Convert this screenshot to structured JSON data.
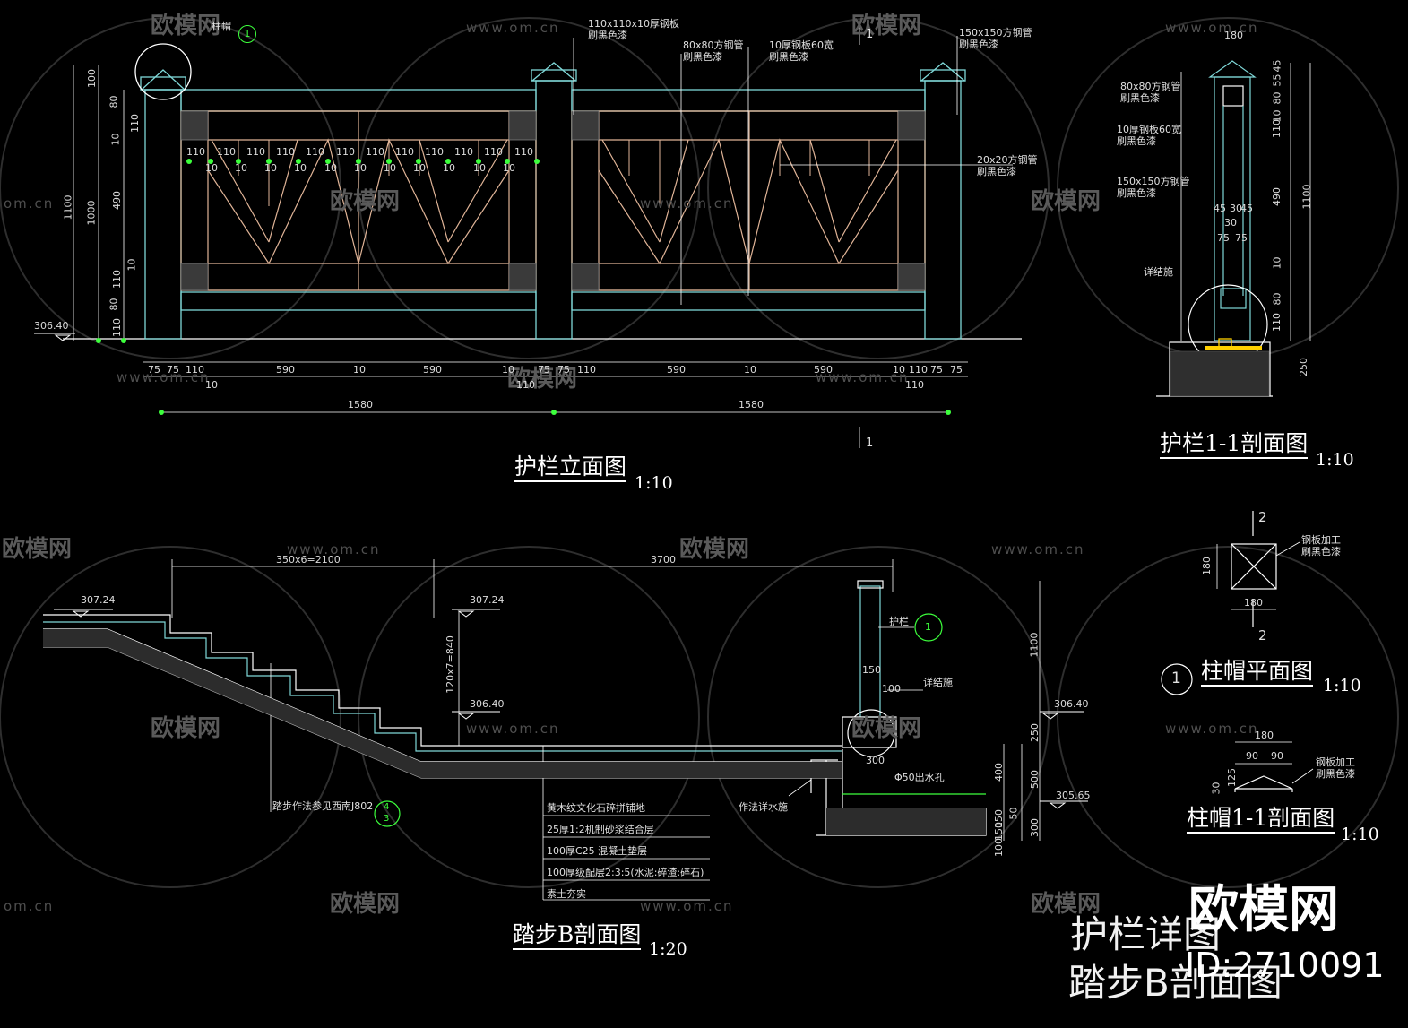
{
  "drawing": {
    "elevation": {
      "title": "护栏立面图",
      "scale": "1:10",
      "callouts": {
        "cap_ref": "柱帽",
        "plate": "110x110x10厚钢板\n刷黑色漆",
        "tube80": "80x80方钢管\n刷黑色漆",
        "plate60": "10厚钢板60宽\n刷黑色漆",
        "tube150": "150x150方钢管\n刷黑色漆",
        "tube20": "20x20方钢管\n刷黑色漆"
      },
      "left_dims": [
        "100",
        "80",
        "110",
        "10",
        "490",
        "10",
        "110",
        "80",
        "110"
      ],
      "outer_dims": [
        "1100",
        "1000"
      ],
      "level": "306.40",
      "spacing": [
        "110",
        "110",
        "110",
        "110",
        "110",
        "110",
        "110",
        "110",
        "110",
        "110",
        "110"
      ],
      "spacing10": "10",
      "bottom_dims": [
        "75",
        "75",
        "110",
        "590",
        "10",
        "590",
        "10",
        "75",
        "75",
        "110",
        "590",
        "10",
        "590",
        "10",
        "110",
        "75",
        "75"
      ],
      "bottom_small": [
        "10",
        "110",
        "110"
      ],
      "totals": [
        "1580",
        "1580"
      ],
      "section_mark": "1"
    },
    "section11": {
      "title": "护栏1-1剖面图",
      "scale": "1:10",
      "top": "180",
      "notes": [
        "80x80方钢管\n刷黑色漆",
        "10厚钢板60宽\n刷黑色漆",
        "150x150方钢管\n刷黑色漆",
        "详结施"
      ],
      "dims_mid": [
        "45",
        "30",
        "45",
        "30",
        "75",
        "75"
      ],
      "right_dims": [
        "45",
        "55",
        "80",
        "10",
        "110",
        "490",
        "10",
        "80",
        "110"
      ],
      "total": "1100",
      "base": "250"
    },
    "cap_plan": {
      "title": "柱帽平面图",
      "scale": "1:10",
      "num": "1",
      "mark": "2",
      "w": "180",
      "h": "180",
      "note": "钢板加工\n刷黑色漆"
    },
    "cap_section": {
      "title": "柱帽1-1剖面图",
      "scale": "1:10",
      "w": "180",
      "parts": [
        "90",
        "90"
      ],
      "h1": "30",
      "h2": "125",
      "note": "钢板加工\n刷黑色漆"
    },
    "step_section": {
      "title": "踏步B剖面图",
      "scale": "1:20",
      "top_dims": [
        "350x6=2100",
        "3700"
      ],
      "levels": [
        "307.24",
        "307.24",
        "306.40",
        "306.40",
        "305.65"
      ],
      "riser": "120x7=840",
      "step_ref": "踏步作法参见西南J802",
      "step_ref_num": [
        "4",
        "3"
      ],
      "rail_ref": "护栏",
      "rail_num": "1",
      "struct_ref": "详结施",
      "drain_ref": "作法详水施",
      "pipe": "Φ50出水孔",
      "layers": [
        "黄木纹文化石碎拼铺地",
        "25厚1:2机制砂浆结合层",
        "100厚C25   混凝土垫层",
        "100厚级配层2:3:5(水泥:碎渣:碎石)",
        "素土夯实"
      ],
      "right_dims": [
        "1100",
        "250",
        "500",
        "400",
        "300",
        "150",
        "150",
        "100",
        "50"
      ],
      "post_dims": [
        "150",
        "100"
      ],
      "basin": "300"
    },
    "sheet_title": [
      "护栏详图",
      "踏步B剖面图"
    ]
  },
  "watermark": {
    "brand": "欧模网",
    "url": "www.om.cn",
    "url_short": "om.cn",
    "id": "ID:2710091"
  }
}
